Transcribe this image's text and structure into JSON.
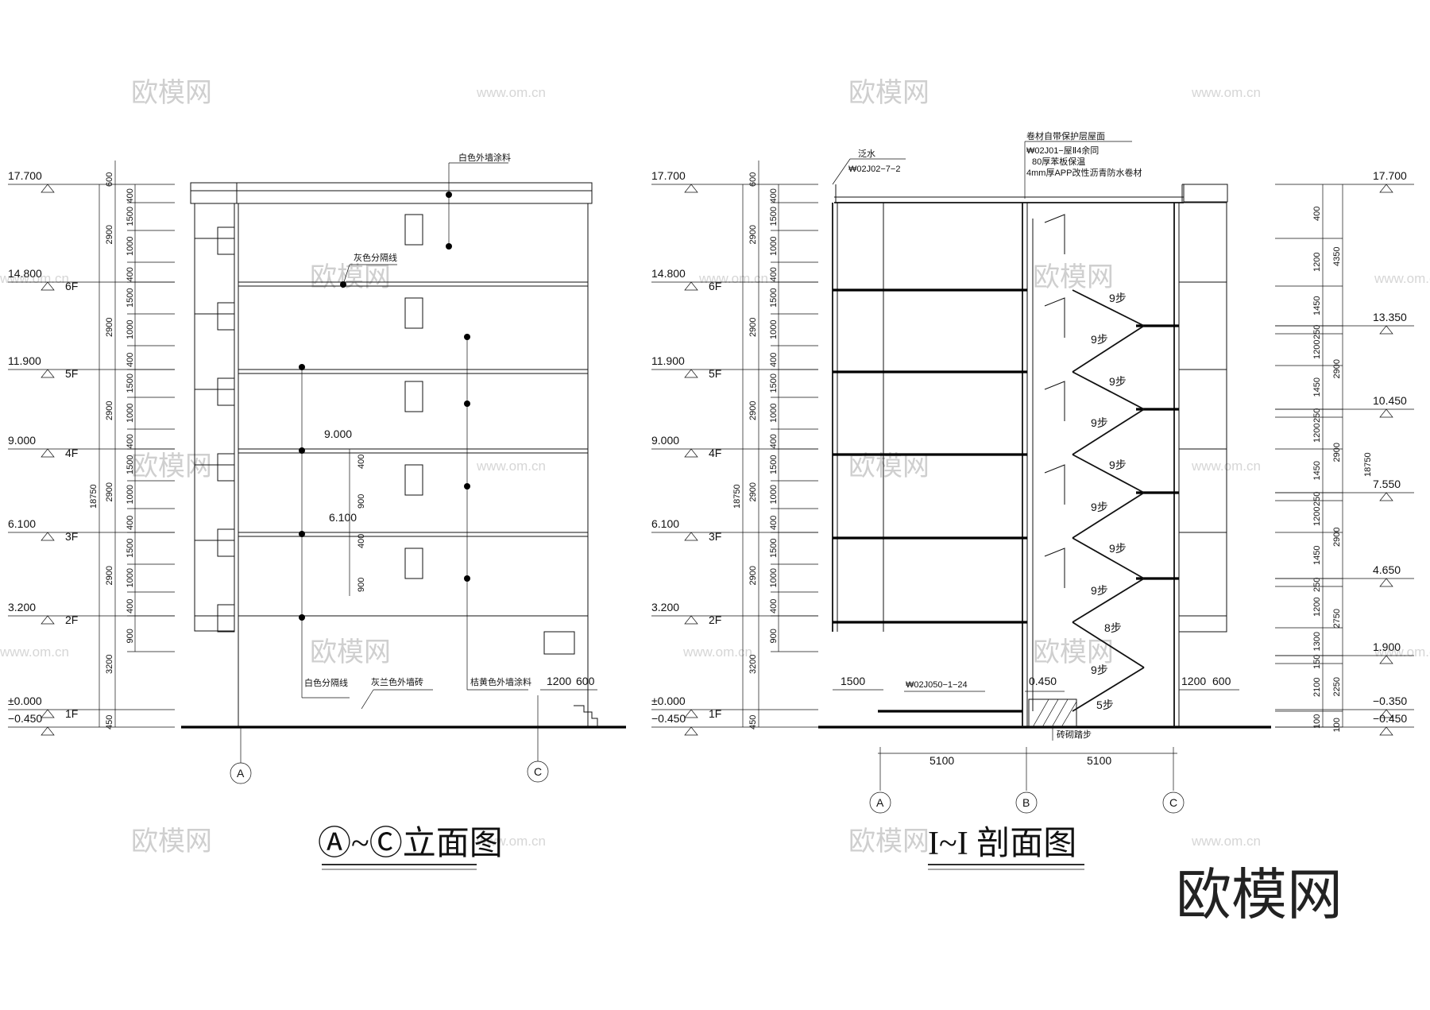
{
  "watermarks": {
    "site": "欧模网",
    "url": "www.om.cn",
    "brand": "欧模网"
  },
  "left_drawing": {
    "title": "Ⓐ~Ⓒ立面图",
    "levels": [
      {
        "elev": "17.700",
        "floor": ""
      },
      {
        "elev": "14.800",
        "floor": "6F"
      },
      {
        "elev": "11.900",
        "floor": "5F"
      },
      {
        "elev": "9.000",
        "floor": "4F"
      },
      {
        "elev": "6.100",
        "floor": "3F"
      },
      {
        "elev": "3.200",
        "floor": "2F"
      },
      {
        "elev": "±0.000",
        "floor": "1F"
      },
      {
        "elev": "−0.450",
        "floor": ""
      }
    ],
    "dims_outer": [
      "600",
      "2900",
      "2900",
      "2900",
      "2900",
      "2900",
      "3200",
      "450"
    ],
    "dims_total": "18750",
    "dims_inner": [
      "400",
      "1500",
      "1000",
      "400",
      "1500",
      "1000",
      "400",
      "1500",
      "1000",
      "400",
      "1500",
      "1000",
      "400",
      "1500",
      "1000",
      "400",
      "900"
    ],
    "notes": [
      "白色外墙涂料",
      "灰色分隔线",
      "白色分隔线",
      "灰兰色外墙砖",
      "桔黄色外墙涂料"
    ],
    "window_elevs": [
      "9.000",
      "6.100"
    ],
    "window_dims": [
      "400",
      "900",
      "400",
      "900"
    ],
    "step_dims": [
      "1200",
      "600"
    ],
    "axes": [
      "A",
      "C"
    ]
  },
  "right_drawing": {
    "title": "I~I 剖面图",
    "levels": [
      {
        "elev": "17.700",
        "floor": ""
      },
      {
        "elev": "14.800",
        "floor": "6F"
      },
      {
        "elev": "11.900",
        "floor": "5F"
      },
      {
        "elev": "9.000",
        "floor": "4F"
      },
      {
        "elev": "6.100",
        "floor": "3F"
      },
      {
        "elev": "3.200",
        "floor": "2F"
      },
      {
        "elev": "±0.000",
        "floor": "1F"
      },
      {
        "elev": "−0.450",
        "floor": ""
      }
    ],
    "dims_outer": [
      "600",
      "2900",
      "2900",
      "2900",
      "2900",
      "2900",
      "3200",
      "450"
    ],
    "dims_total": "18750",
    "dims_inner": [
      "400",
      "1500",
      "1000",
      "400",
      "1500",
      "1000",
      "400",
      "1500",
      "1000",
      "400",
      "1500",
      "1000",
      "400",
      "1500",
      "1000",
      "400",
      "900"
    ],
    "roof_notes": [
      "卷材自带保护层屋面",
      "₩02J01−屋Ⅱ4余同",
      "80厚苯板保温",
      "4mm厚APP改性沥青防水卷材"
    ],
    "eave_notes": [
      "泛水",
      "₩02J02−7−2"
    ],
    "floor_notes": [
      "₩02J050−1−24",
      "0.450",
      "砖砌踏步"
    ],
    "stair_labels": [
      "9步",
      "9步",
      "9步",
      "9步",
      "9步",
      "9步",
      "9步",
      "9步",
      "8步",
      "9步",
      "5步"
    ],
    "axis_dims": [
      "5100",
      "5100"
    ],
    "misc_dims": [
      "1500",
      "1200",
      "600"
    ],
    "axes": [
      "A",
      "B",
      "C"
    ],
    "stair_elevs": [
      "17.700",
      "13.350",
      "10.450",
      "7.550",
      "4.650",
      "1.900",
      "−0.350",
      "−0.450"
    ],
    "stair_dims_outer": [
      "4350",
      "2900",
      "2900",
      "2900",
      "2750",
      "2250",
      "100"
    ],
    "stair_dims_total": "18750",
    "stair_dims_inner": [
      "400",
      "1200",
      "1450",
      "250",
      "1200",
      "1450",
      "250",
      "1200",
      "1450",
      "250",
      "1200",
      "1450",
      "250",
      "1200",
      "1300",
      "150",
      "2100",
      "100"
    ]
  }
}
